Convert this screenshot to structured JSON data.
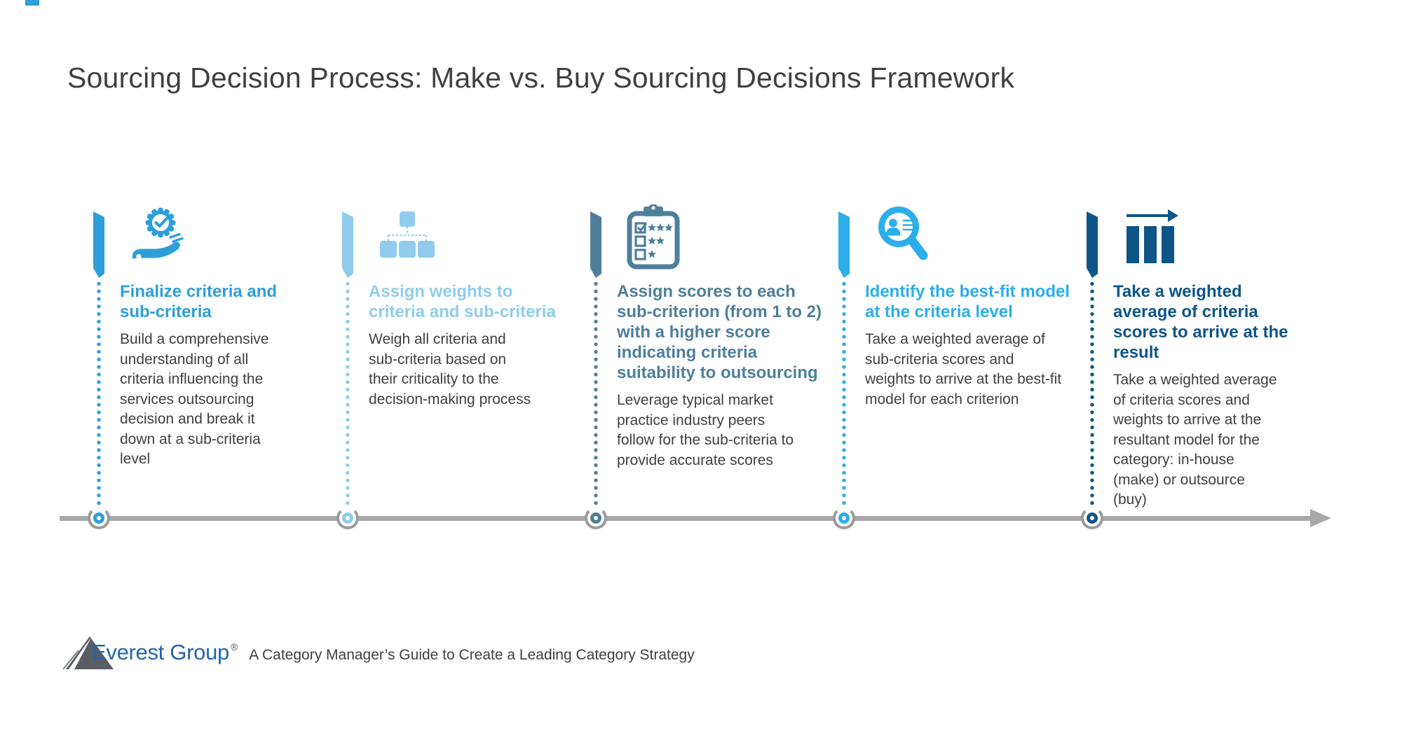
{
  "title": "Sourcing Decision Process: Make vs. Buy Sourcing Decisions Framework",
  "steps": [
    {
      "icon": "award-badge-hand-icon",
      "color": "#2E9ED9",
      "heading": "Finalize criteria and sub-criteria",
      "body": "Build a comprehensive understanding of all criteria influencing the services outsourcing decision and break it down at a sub-criteria level"
    },
    {
      "icon": "hierarchy-org-chart-icon",
      "color": "#8FCCED",
      "heading": "Assign weights to criteria and sub-criteria",
      "body": "Weigh all criteria and sub-criteria based on their criticality to the decision-making process"
    },
    {
      "icon": "scorecard-checklist-icon",
      "color": "#4E7F9B",
      "heading": "Assign scores to each sub-criterion (from 1 to 2) with a higher score indicating criteria suitability to outsourcing",
      "body": "Leverage typical market practice industry peers follow for the sub-criteria to provide accurate scores"
    },
    {
      "icon": "magnifier-person-icon",
      "color": "#2BAEEA",
      "heading": "Identify the best-fit model at the criteria level",
      "body": "Take a weighted average of sub-criteria scores and weights to arrive at the best-fit model for each criterion"
    },
    {
      "icon": "bar-chart-arrow-icon",
      "color": "#0D5586",
      "heading": "Take a weighted average of criteria scores to arrive at the result",
      "body": "Take a weighted average of criteria scores and weights to arrive at the resultant model for the category: in-house (make) or outsource (buy)"
    }
  ],
  "footer": {
    "logo_text": "Everest Group",
    "registered_mark": "®",
    "caption": "A Category Manager’s Guide to Create a Leading Category Strategy"
  },
  "colors": {
    "timeline": "#A8A8A8",
    "dot_ring": "#9B9B9B",
    "body_text": "#404040",
    "title_text": "#3F4043",
    "logo_blue": "#2265A8",
    "caption_text": "#3F3F3F",
    "accent_sliver": "#2E9ED9"
  }
}
